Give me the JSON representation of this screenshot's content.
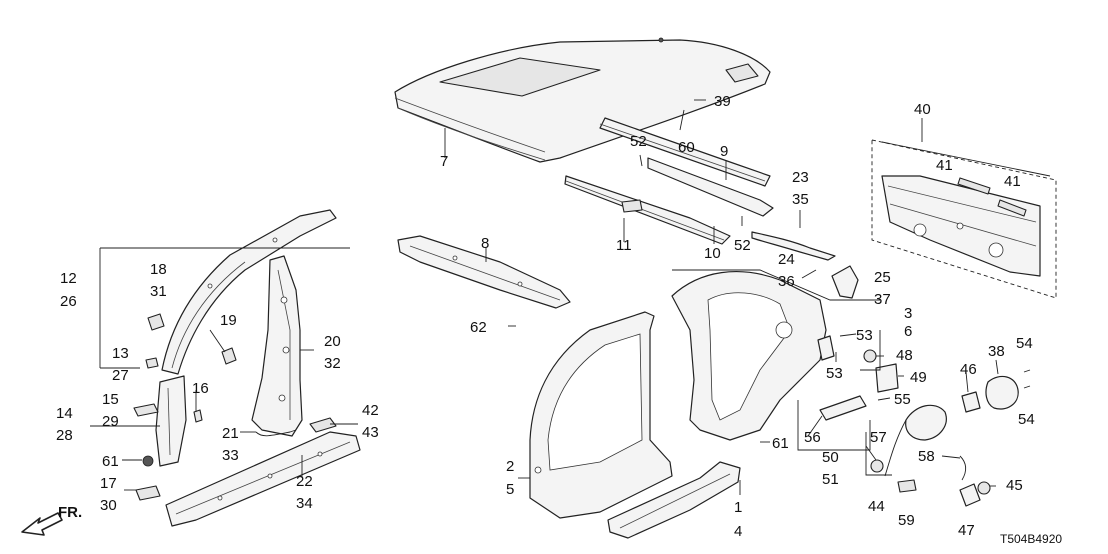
{
  "diagram": {
    "labels": [
      "1",
      "2",
      "3",
      "4",
      "5",
      "6",
      "7",
      "8",
      "9",
      "10",
      "11",
      "12",
      "13",
      "14",
      "15",
      "16",
      "17",
      "18",
      "19",
      "20",
      "21",
      "22",
      "23",
      "24",
      "25",
      "26",
      "27",
      "28",
      "29",
      "30",
      "31",
      "32",
      "33",
      "34",
      "35",
      "36",
      "37",
      "38",
      "39",
      "40",
      "41",
      "41",
      "42",
      "43",
      "44",
      "45",
      "46",
      "47",
      "48",
      "49",
      "50",
      "51",
      "52",
      "52",
      "53",
      "53",
      "54",
      "54",
      "55",
      "56",
      "57",
      "58",
      "59",
      "60",
      "61",
      "61",
      "62"
    ],
    "direction_label": "FR.",
    "figure_code": "T504B4920"
  }
}
